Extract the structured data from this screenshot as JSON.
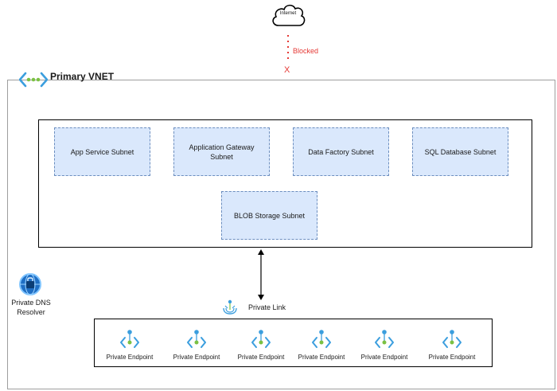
{
  "internet": {
    "label": "Internet"
  },
  "blocked": {
    "label": "Blocked",
    "mark": "X",
    "color": "#e53935"
  },
  "vnet": {
    "title": "Primary VNET",
    "icon": "vnet-icon"
  },
  "subnets": [
    {
      "label": "App Service Subnet"
    },
    {
      "label": "Application Gateway Subnet"
    },
    {
      "label": "Data Factory Subnet"
    },
    {
      "label": "SQL Database Subnet"
    },
    {
      "label": "BLOB Storage Subnet"
    }
  ],
  "subnet_style": {
    "fill": "#dae8fc",
    "border": "#6c8ebf"
  },
  "private_link": {
    "label": "Private Link",
    "icon": "private-link-icon"
  },
  "dns_resolver": {
    "label": "Private DNS Resolver",
    "icon": "dns-resolver-icon"
  },
  "endpoints": [
    {
      "label": "Private Endpoint"
    },
    {
      "label": "Private Endpoint"
    },
    {
      "label": "Private Endpoint"
    },
    {
      "label": "Private Endpoint"
    },
    {
      "label": "Private Endpoint"
    },
    {
      "label": "Private Endpoint"
    }
  ]
}
